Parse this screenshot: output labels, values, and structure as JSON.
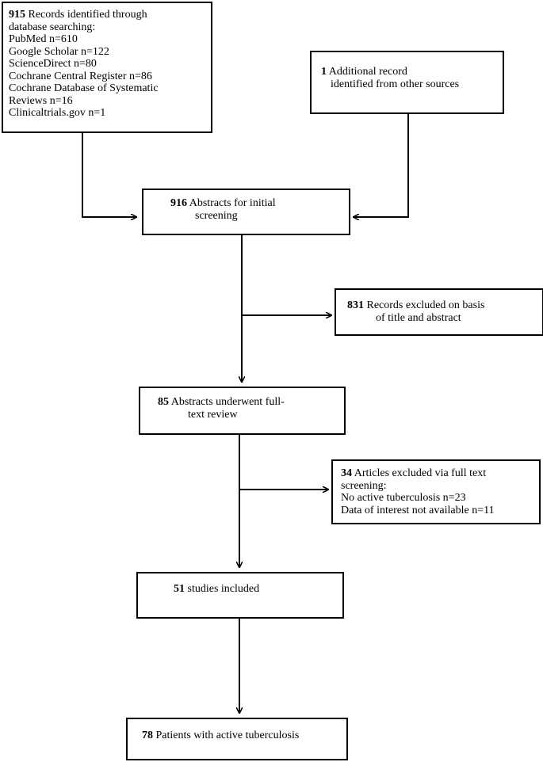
{
  "boxes": {
    "database": {
      "number": "915",
      "lines": [
        "Records identified through",
        "database searching:",
        "PubMed n=610",
        "Google Scholar n=122",
        "ScienceDirect n=80",
        "Cochrane Central Register n=86",
        "Cochrane Database of Systematic",
        "Reviews n=16",
        "Clinicaltrials.gov n=1"
      ]
    },
    "other_sources": {
      "number": "1",
      "lines": [
        "Additional record",
        "identified from other sources"
      ]
    },
    "screening": {
      "number": "916",
      "lines": [
        "Abstracts for initial",
        "screening"
      ]
    },
    "excluded_title": {
      "number": "831",
      "lines": [
        "Records excluded on basis",
        "of title and abstract"
      ]
    },
    "full_text": {
      "number": "85",
      "lines": [
        "Abstracts underwent full-",
        "text review"
      ]
    },
    "excluded_full_text": {
      "number": "34",
      "lines": [
        "Articles excluded via full text",
        "screening:",
        "No active tuberculosis n=23",
        "Data of interest not available n=11"
      ]
    },
    "included": {
      "number": "51",
      "lines": [
        "studies included"
      ]
    },
    "patients": {
      "number": "78",
      "lines": [
        "Patients with active tuberculosis"
      ]
    }
  }
}
